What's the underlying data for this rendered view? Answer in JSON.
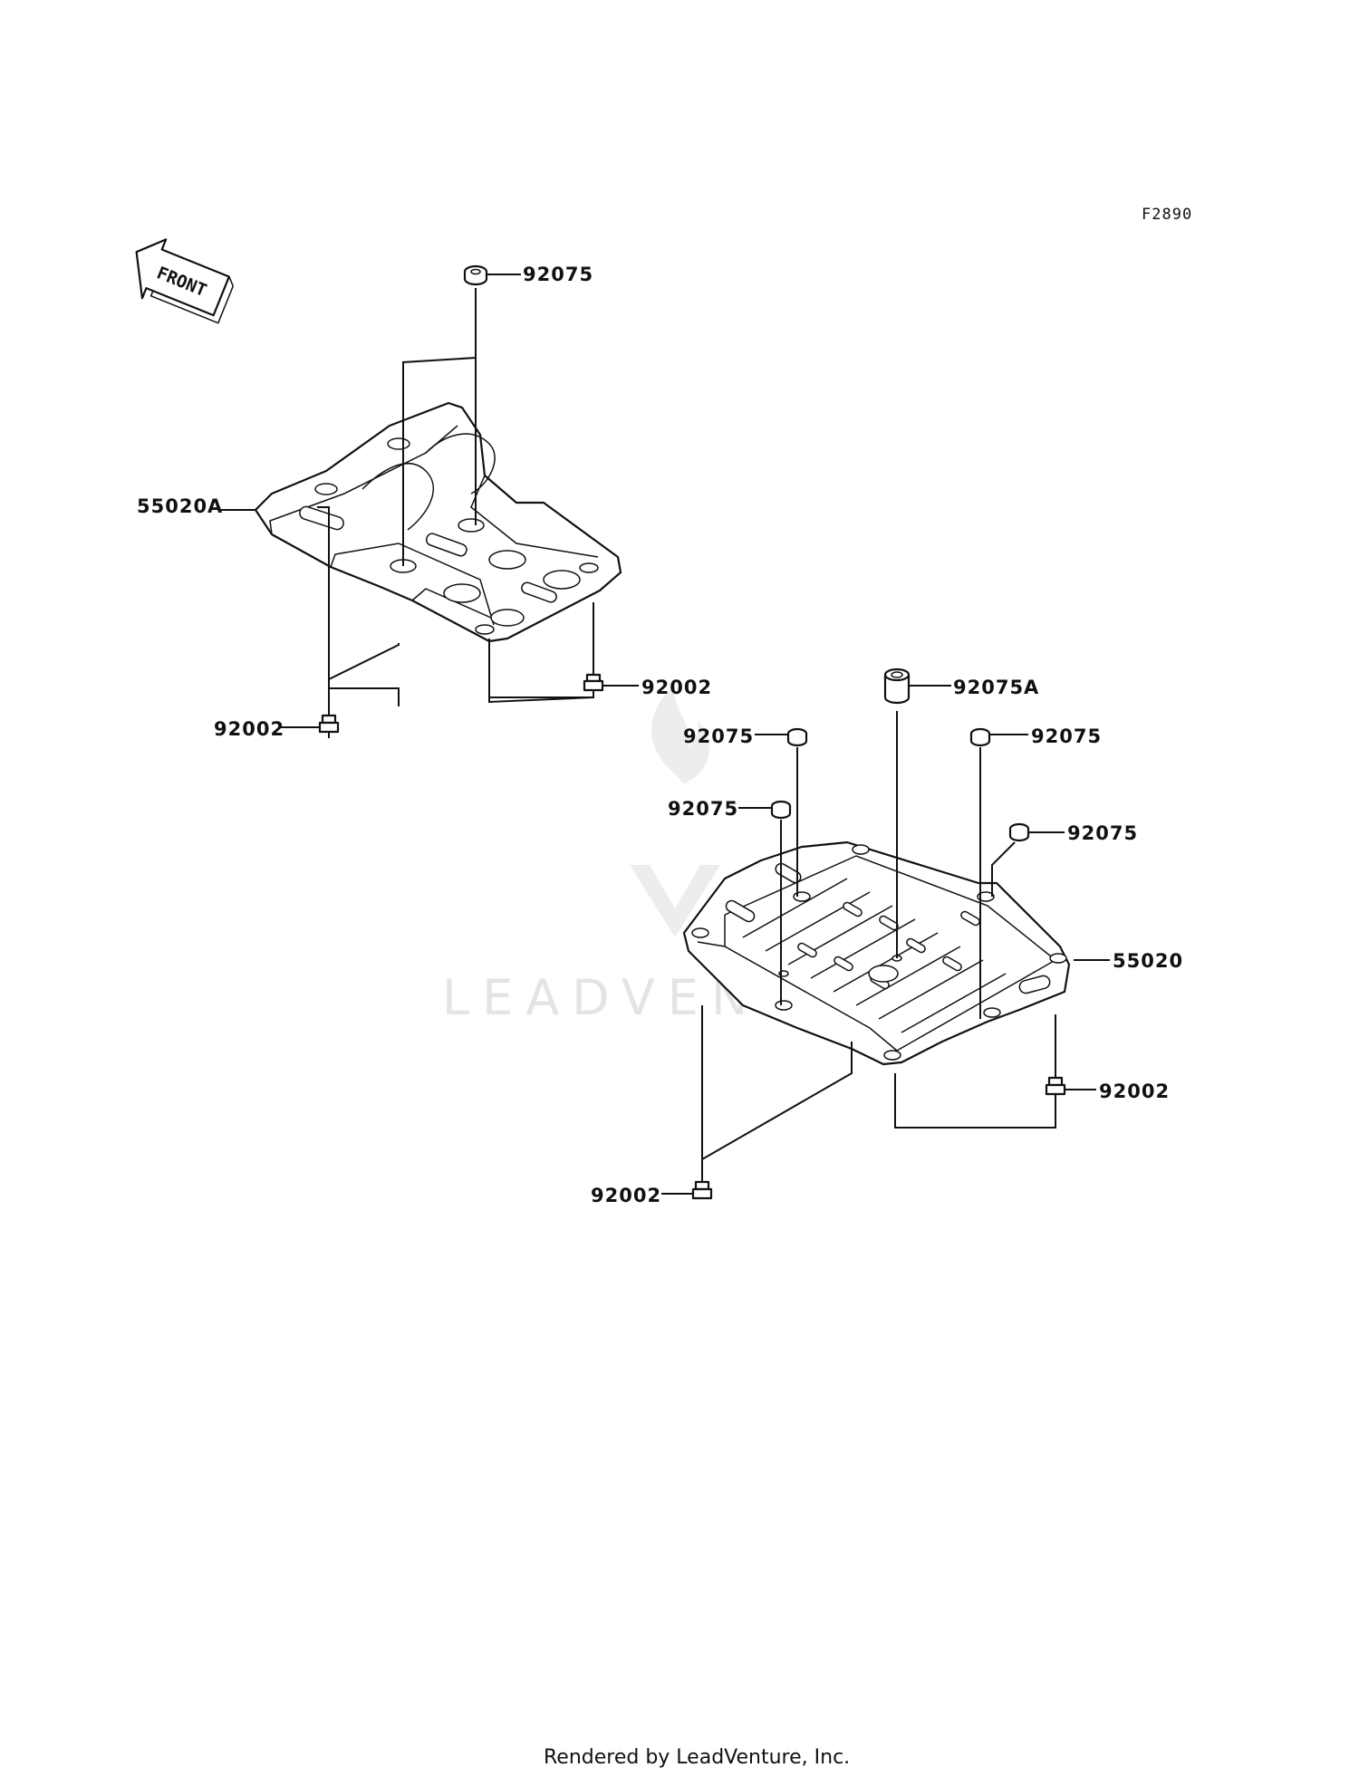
{
  "figure_code": "F2890",
  "front_arrow_label": "FRONT",
  "watermark": "LEADVENTURE",
  "footer": "Rendered by LeadVenture, Inc.",
  "callouts": {
    "upper_92075": "92075",
    "guard_55020A": "55020A",
    "upper_right_92002": "92002",
    "upper_left_92002": "92002",
    "lower_92075A": "92075A",
    "lower_92075_a": "92075",
    "lower_92075_b": "92075",
    "lower_92075_c": "92075",
    "lower_92075_d": "92075",
    "plate_55020": "55020",
    "lower_right_92002": "92002",
    "lower_left_92002": "92002"
  }
}
